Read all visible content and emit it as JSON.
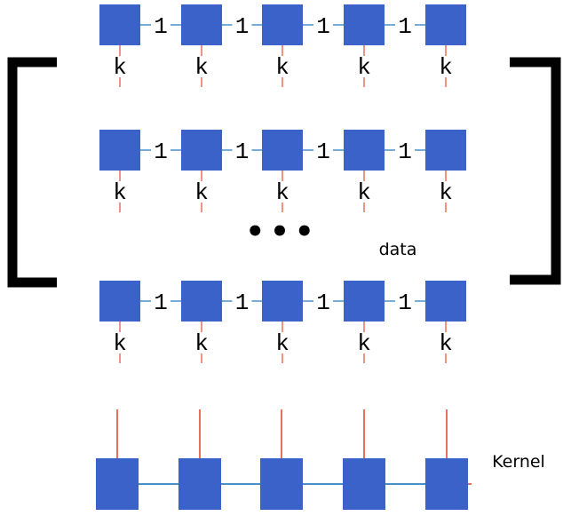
{
  "diagram": {
    "data_label": "data",
    "kernel_label": "Kernel",
    "ellipsis": "•••",
    "mps_rows": [
      {
        "bond_labels": [
          "1",
          "1",
          "1",
          "1"
        ],
        "physical_labels": [
          "k",
          "k",
          "k",
          "k",
          "k"
        ]
      },
      {
        "bond_labels": [
          "1",
          "1",
          "1",
          "1"
        ],
        "physical_labels": [
          "k",
          "k",
          "k",
          "k",
          "k"
        ]
      },
      {
        "bond_labels": [
          "1",
          "1",
          "1",
          "1"
        ],
        "physical_labels": [
          "k",
          "k",
          "k",
          "k",
          "k"
        ]
      }
    ],
    "kernel_row": {
      "node_count": 5
    },
    "colors": {
      "node": "#3a62c9",
      "bond": "#4a90c8",
      "leg": "#e8705a",
      "bracket": "#000000",
      "text": "#000000"
    }
  }
}
